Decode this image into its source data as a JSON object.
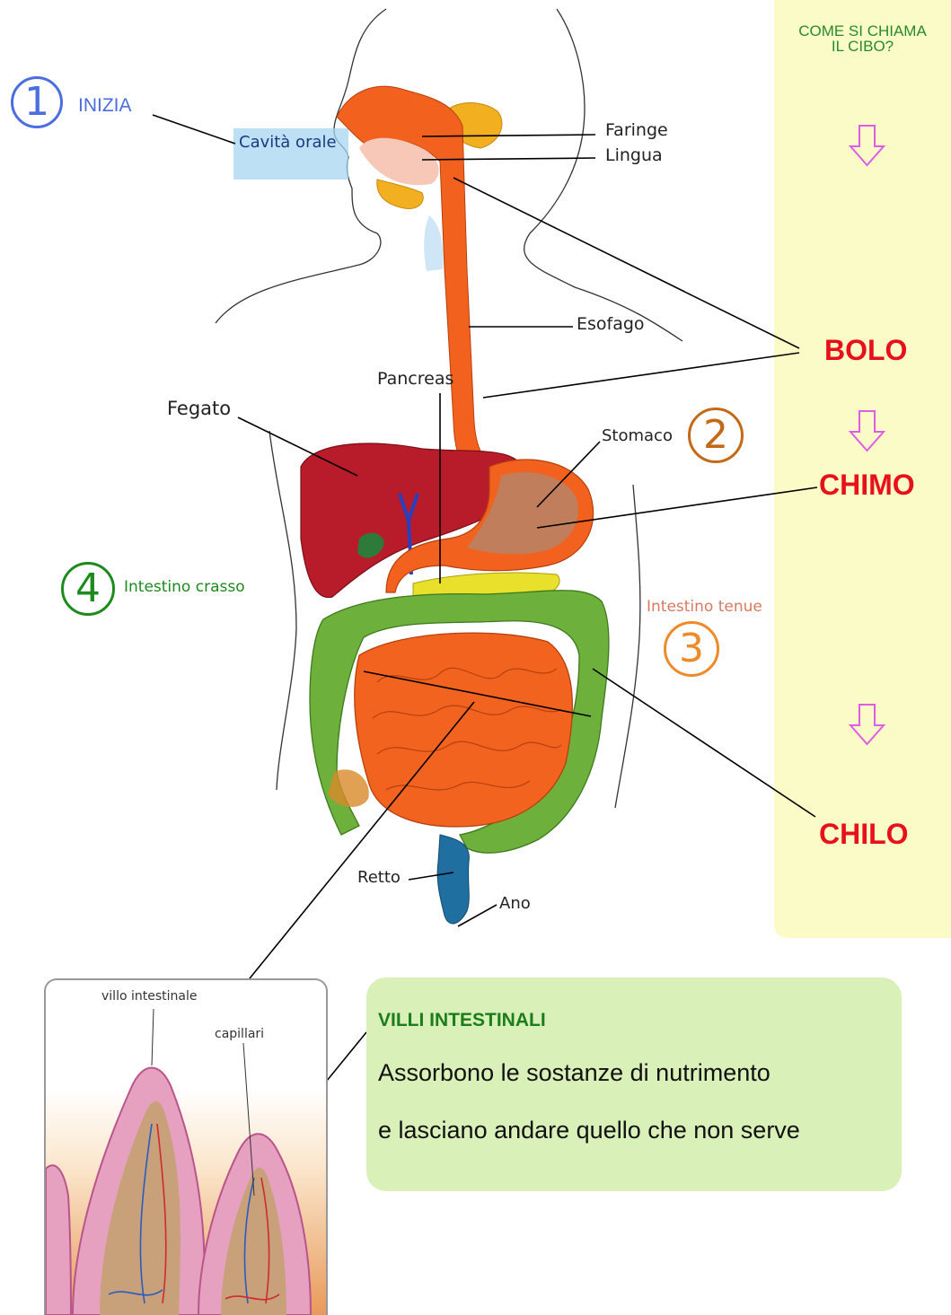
{
  "panel": {
    "title_line1": "COME SI CHIAMA",
    "title_line2": "IL CIBO?",
    "stages": [
      "BOLO",
      "CHIMO",
      "CHILO"
    ],
    "arrow_icon": "down-arrow-icon",
    "color": "#fbfbc7"
  },
  "steps": [
    {
      "number": "1",
      "label": "INIZIA",
      "color": "#4a6ee0"
    },
    {
      "number": "2",
      "label": "",
      "color": "#c46a16"
    },
    {
      "number": "3",
      "label": "Intestino tenue",
      "color": "#ee8a2a"
    },
    {
      "number": "4",
      "label": "Intestino crasso",
      "color": "#1d8a1d"
    }
  ],
  "organs": {
    "cavita_orale": "Cavità orale",
    "faringe": "Faringe",
    "lingua": "Lingua",
    "esofago": "Esofago",
    "pancreas": "Pancreas",
    "fegato": "Fegato",
    "stomaco": "Stomaco",
    "retto": "Retto",
    "ano": "Ano"
  },
  "inset": {
    "villo_label": "villo intestinale",
    "capillari_label": "capillari"
  },
  "villi": {
    "title": "VILLI INTESTINALI",
    "line1": "Assorbono le sostanze di nutrimento",
    "line2": "e lasciano andare quello che non serve",
    "box_color": "#d9f0b8"
  }
}
